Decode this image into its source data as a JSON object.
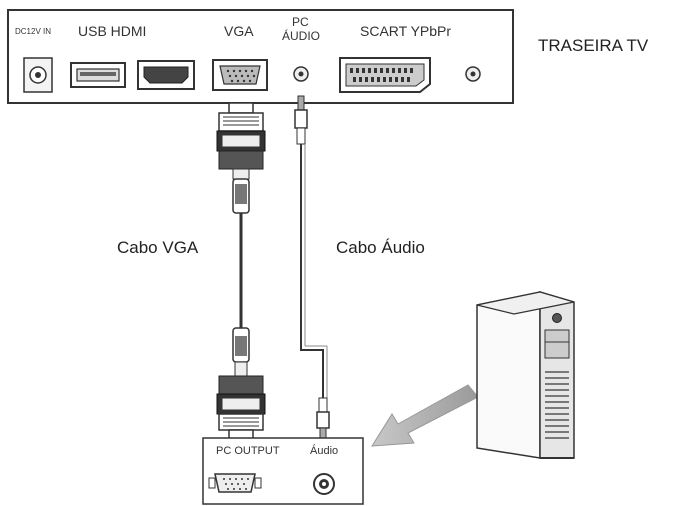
{
  "tv_panel": {
    "dc_label": "DC12V IN",
    "usb_hdmi_label": "USB HDMI",
    "vga_label": "VGA",
    "pc_label": "PC",
    "audio_label": "ÁUDIO",
    "scart_label": "SCART YPbPr",
    "title": "TRASEIRA TV"
  },
  "cables": {
    "vga": "Cabo VGA",
    "audio": "Cabo Áudio"
  },
  "pc_panel": {
    "output_label": "PC OUTPUT",
    "audio_label": "Áudio"
  }
}
